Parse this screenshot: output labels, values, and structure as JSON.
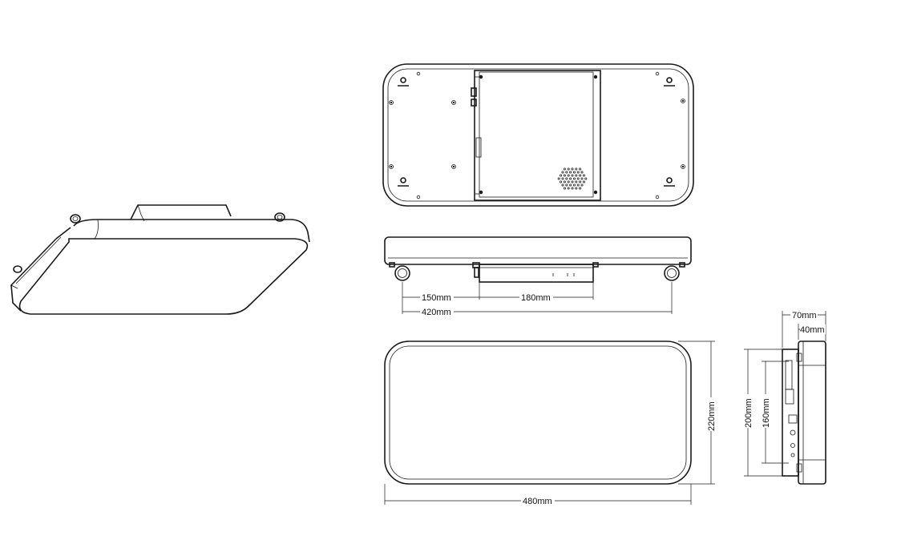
{
  "dimensions": {
    "d150": "150mm",
    "d180": "180mm",
    "d420": "420mm",
    "d480": "480mm",
    "d220": "220mm",
    "d70": "70mm",
    "d40": "40mm",
    "d200": "200mm",
    "d160": "160mm"
  }
}
